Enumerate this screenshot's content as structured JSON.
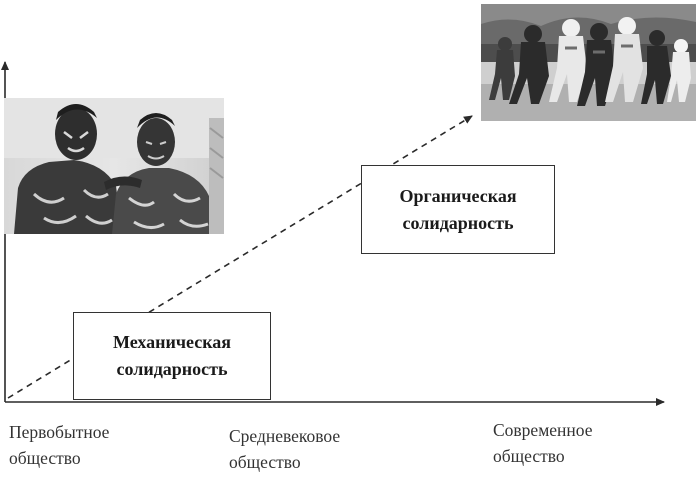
{
  "boxes": {
    "mechanical": [
      "Механическая",
      "солидарность"
    ],
    "organic": [
      "Органическая",
      "солидарность"
    ]
  },
  "stages": {
    "primitive": [
      "Первобытное",
      "общество"
    ],
    "medieval": [
      "Средневековое",
      "общество"
    ],
    "modern": [
      "Современное",
      "общество"
    ]
  },
  "photos": {
    "left": "tribal-people-photo",
    "right": "american-football-photo"
  },
  "colors": {
    "line": "#2a2a2a",
    "box_border": "#333333",
    "text": "#1a1a1a"
  }
}
